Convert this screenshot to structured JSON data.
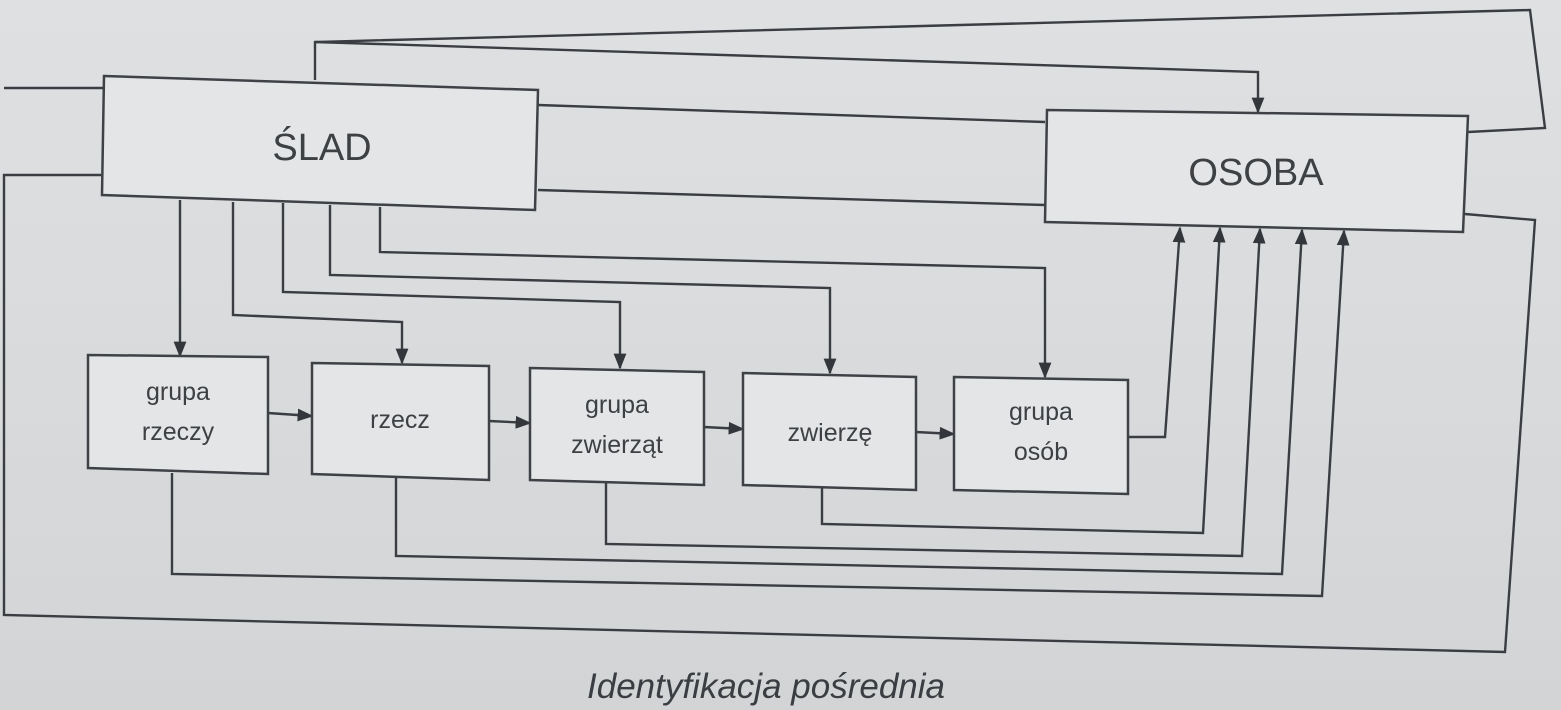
{
  "nodes": {
    "slad": {
      "label": "ŚLAD"
    },
    "osoba": {
      "label": "OSOBA"
    },
    "grupa_rzeczy": {
      "lines": [
        "grupa",
        "rzeczy"
      ]
    },
    "rzecz": {
      "lines": [
        "rzecz"
      ]
    },
    "grupa_zwierzat": {
      "lines": [
        "grupa",
        "zwierząt"
      ]
    },
    "zwierze": {
      "lines": [
        "zwierzę"
      ]
    },
    "grupa_osob": {
      "lines": [
        "grupa",
        "osób"
      ]
    }
  },
  "caption": "Identyfikacja pośrednia"
}
